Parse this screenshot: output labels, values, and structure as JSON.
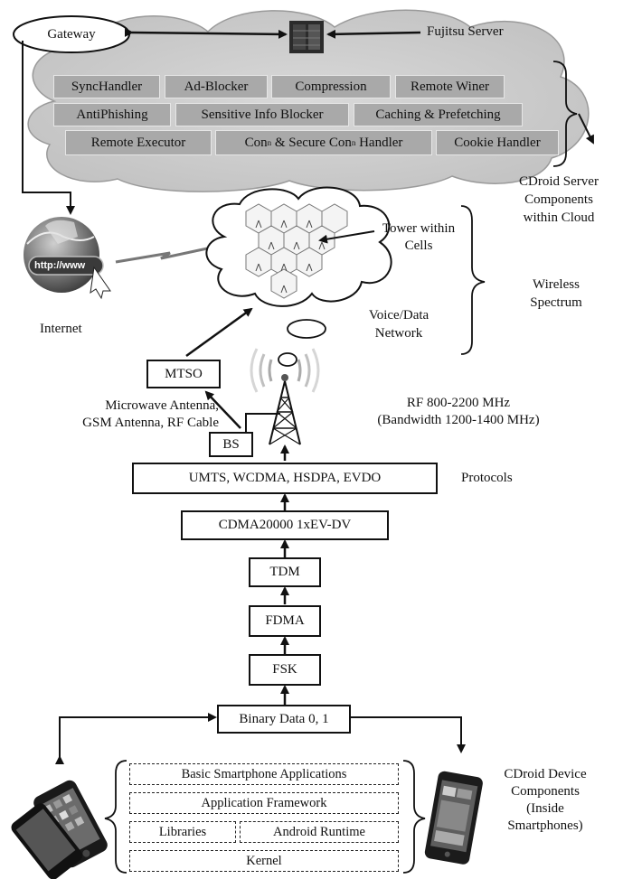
{
  "cloud": {
    "gateway": "Gateway",
    "server": "Fujitsu Server",
    "components": {
      "sync": "SyncHandler",
      "adblock": "Ad-Blocker",
      "compression": "Compression",
      "winer": "Remote Winer",
      "antiphishing": "AntiPhishing",
      "sensitive": "Sensitive Info Blocker",
      "caching": "Caching & Prefetching",
      "executor": "Remote Executor",
      "con_a": "Con",
      "con_b": " & Secure Con",
      "con_c": " Handler",
      "sup": "n",
      "cookie": "Cookie Handler"
    },
    "server_label": [
      "CDroid Server",
      "Components",
      "within Cloud"
    ]
  },
  "network": {
    "internet": "Internet",
    "url": "http://www",
    "tower_cells": [
      "Tower within",
      "Cells"
    ],
    "voice_data": [
      "Voice/Data",
      "Network"
    ],
    "wireless": [
      "Wireless",
      "Spectrum"
    ],
    "mtso": "MTSO",
    "bs": "BS",
    "antenna": [
      "Microwave Antenna,",
      "GSM Antenna, RF Cable"
    ],
    "rf": [
      "RF 800-2200 MHz",
      "(Bandwidth 1200-1400 MHz)"
    ]
  },
  "stack": {
    "protocols": "UMTS, WCDMA, HSDPA, EVDO",
    "protocols_label": "Protocols",
    "cdma": "CDMA20000 1xEV-DV",
    "tdm": "TDM",
    "fdma": "FDMA",
    "fsk": "FSK",
    "binary": "Binary Data 0, 1"
  },
  "device": {
    "apps": "Basic Smartphone Applications",
    "framework": "Application Framework",
    "libraries": "Libraries",
    "runtime": "Android Runtime",
    "kernel": "Kernel",
    "label": [
      "CDroid Device",
      "Components",
      "(Inside",
      "Smartphones)"
    ]
  }
}
